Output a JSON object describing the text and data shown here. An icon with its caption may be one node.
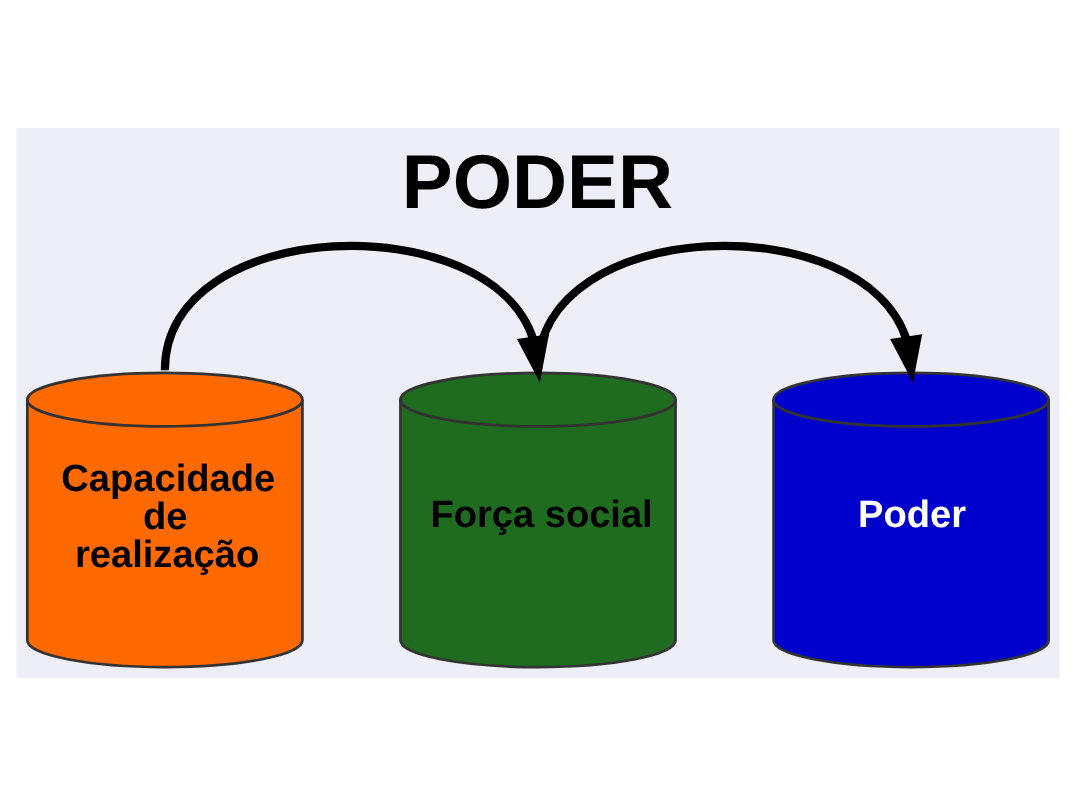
{
  "diagram": {
    "title": "PODER",
    "nodes": [
      {
        "text": [
          "Capacidade de realização"
        ]
      },
      {
        "text": [
          "Força social"
        ]
      },
      {
        "text": [
          "Poder"
        ]
      }
    ],
    "edges": [
      {
        "from": 0,
        "to": 1,
        "arrow": "to"
      },
      {
        "from": 1,
        "to": 2,
        "arrow": "to"
      }
    ]
  }
}
